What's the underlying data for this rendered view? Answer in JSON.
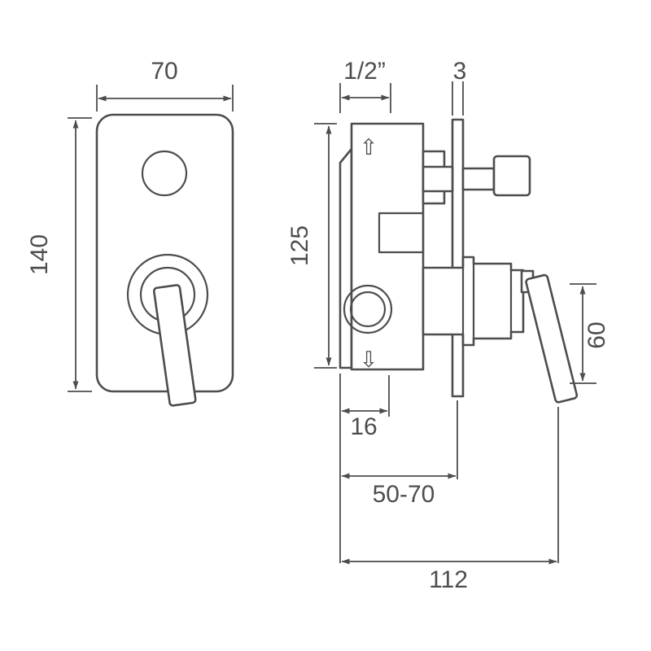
{
  "drawing": {
    "front_view": {
      "width_label": "70",
      "height_label": "140"
    },
    "side_view": {
      "inlet_label": "1/2”",
      "plate_thickness_label": "3",
      "body_height_label": "125",
      "bracket_depth_label": "16",
      "install_depth_label": "50-70",
      "overall_depth_label": "112",
      "handle_drop_label": "60",
      "flow_up_icon": "⇧",
      "flow_down_icon": "⇩"
    },
    "colors": {
      "line": "#4d4d4d",
      "background": "#ffffff"
    }
  }
}
